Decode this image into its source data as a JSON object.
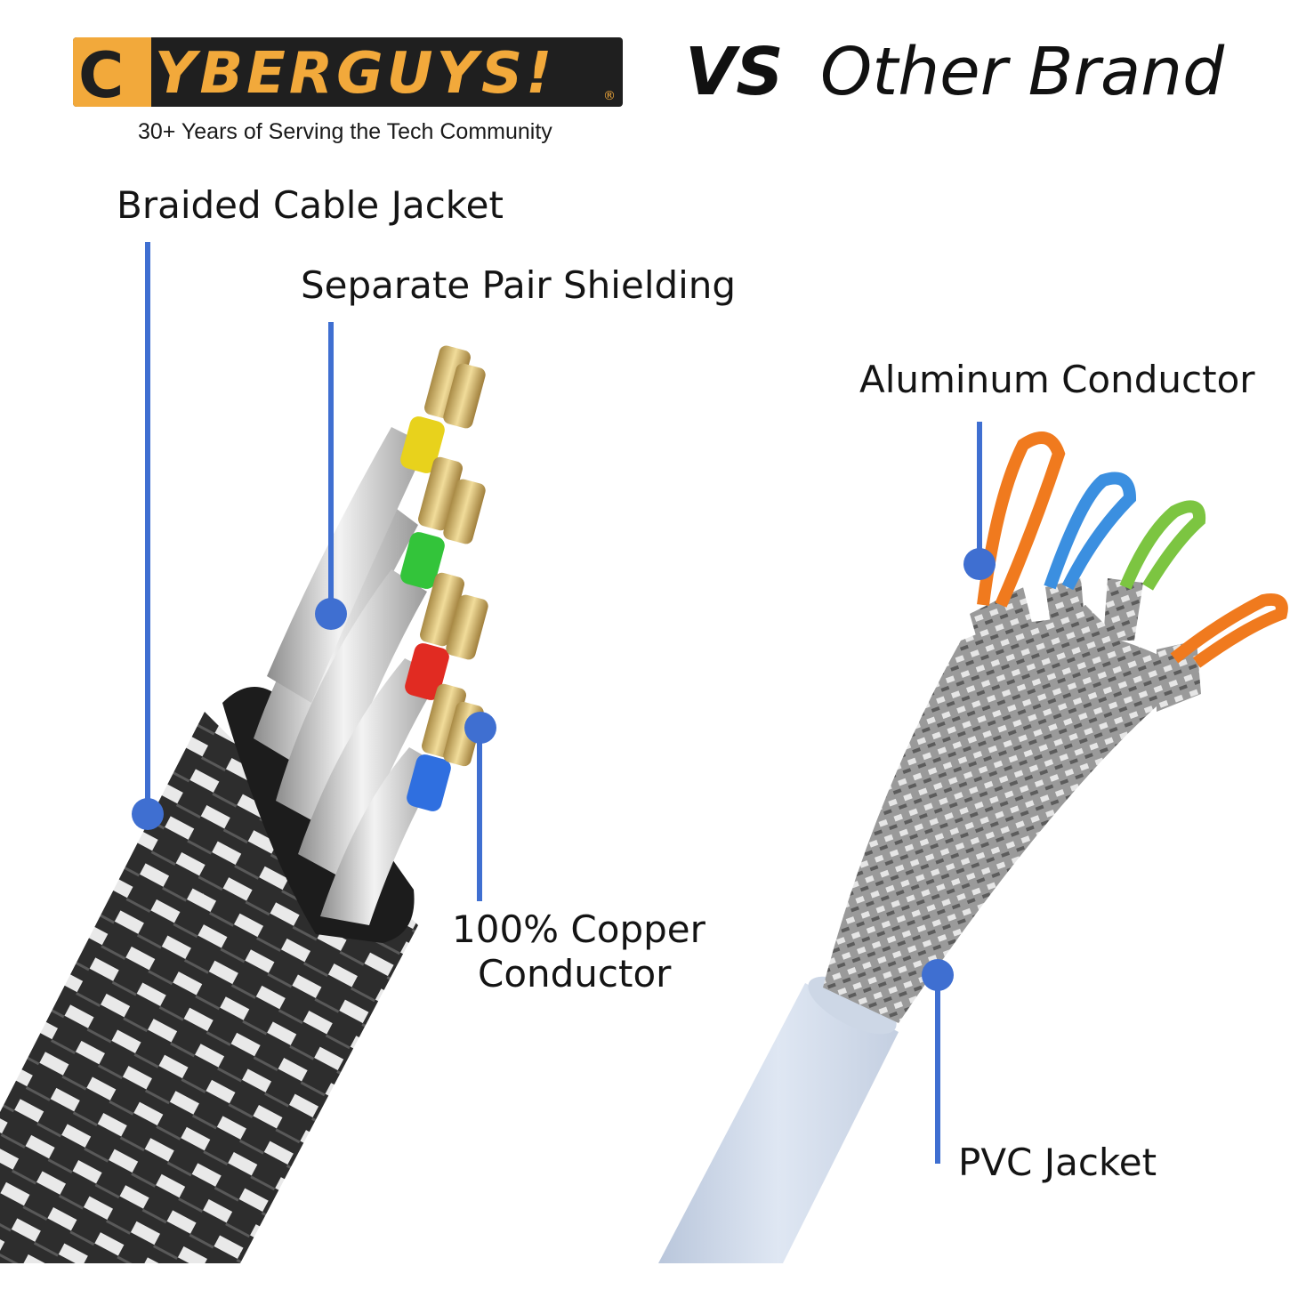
{
  "header": {
    "brand": {
      "name": "CYBERGUYS!",
      "initial": "C",
      "rest": "YBERGUYS!",
      "registered": "®",
      "tagline": "30+ Years of Serving the Tech Community",
      "colors": {
        "accent": "#f2a93b",
        "background": "#1f1f1f"
      }
    },
    "vs": "VS",
    "competitor": "Other Brand"
  },
  "left_product": {
    "labels": {
      "jacket": "Braided Cable Jacket",
      "shielding": "Separate Pair Shielding",
      "conductor_line1": "100% Copper",
      "conductor_line2": "Conductor"
    },
    "wire_colors": [
      "#e8d21c",
      "#33c43a",
      "#e12b22",
      "#2f6fe0"
    ]
  },
  "right_product": {
    "labels": {
      "conductor": "Aluminum Conductor",
      "jacket": "PVC Jacket"
    },
    "wire_colors": [
      "#f07a1e",
      "#3b8fe0",
      "#7cc541",
      "#f07a1e"
    ]
  },
  "accent_color": "#3f6fd1"
}
